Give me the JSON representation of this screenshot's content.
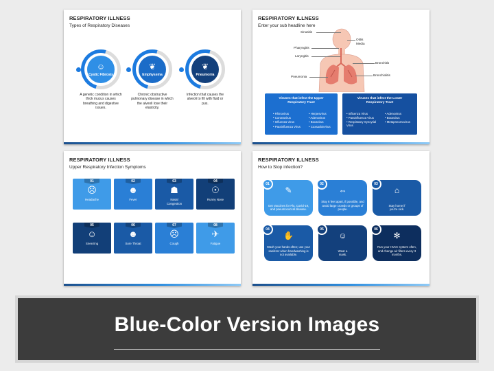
{
  "slide1": {
    "title": "RESPIRATORY ILLNESS",
    "subtitle": "Types of Respiratory Diseases",
    "items": [
      {
        "label": "Cystic Fibrosis",
        "icon": "person-icon",
        "glyph": "☺",
        "desc": "A genetic condition in which thick mucus causes breathing and digestive issues.",
        "color": "#2f8fe6"
      },
      {
        "label": "Emphysema",
        "icon": "lungs-icon",
        "glyph": "❦",
        "desc": "Chronic obstructive pulmonary disease in which the alveoli lose their elasticity.",
        "color": "#1b6cc8"
      },
      {
        "label": "Pneumonia",
        "icon": "lungs-icon",
        "glyph": "❦",
        "desc": "Infection that causes the alveoli to fill with fluid or pus.",
        "color": "#13407c"
      }
    ]
  },
  "slide2": {
    "title": "RESPIRATORY ILLNESS",
    "subtitle": "Enter your sub headline here",
    "labels": {
      "sinusitis": "Sinusitis",
      "otitis": "Otitis Media",
      "pharyngitis": "Pharyngitis",
      "laryngitis": "Laryngitis",
      "bronchitis": "Bronchitis",
      "bronchiolitis": "Bronchiolitis",
      "pneumonia": "Pneumonia"
    },
    "upper": {
      "title": "Viruses that infect the Upper Respiratory Tract",
      "col1": [
        "Rhinovirus",
        "Coronavirus",
        "Influenza Virus",
        "Parainfluenza Virus"
      ],
      "col2": [
        "Herpesvirus",
        "Adenovirus",
        "Bocavirus",
        "Coxsackievirus"
      ]
    },
    "lower": {
      "title": "Viruses that infect the Lower Respiratory Tract",
      "col1": [
        "Influenza Virus",
        "Parainfluenza Virus",
        "Respiratory Syncytial Virus"
      ],
      "col2": [
        "Adenovirus",
        "Bocavirus",
        "Metapneumovirus"
      ]
    }
  },
  "slide3": {
    "title": "RESPIRATORY ILLNESS",
    "subtitle": "Upper Respiratory Infection Symptoms",
    "tiles": [
      {
        "num": "01",
        "label": "Headache",
        "icon": "headache-icon",
        "glyph": "☹",
        "color": "#3f9be8"
      },
      {
        "num": "02",
        "label": "Fever",
        "icon": "fever-icon",
        "glyph": "☻",
        "color": "#2a7fd6"
      },
      {
        "num": "03",
        "label": "Nasal Congestion",
        "icon": "nose-icon",
        "glyph": "☗",
        "color": "#1a5aa6"
      },
      {
        "num": "04",
        "label": "Runny Nose",
        "icon": "runny-nose-icon",
        "glyph": "☉",
        "color": "#123f78"
      },
      {
        "num": "05",
        "label": "Sneezing",
        "icon": "sneeze-icon",
        "glyph": "☺",
        "color": "#123f78"
      },
      {
        "num": "06",
        "label": "Sore Throat",
        "icon": "throat-icon",
        "glyph": "☻",
        "color": "#1a5aa6"
      },
      {
        "num": "07",
        "label": "Cough",
        "icon": "cough-icon",
        "glyph": "☹",
        "color": "#2a7fd6"
      },
      {
        "num": "08",
        "label": "Fatigue",
        "icon": "fatigue-icon",
        "glyph": "✈",
        "color": "#3f9be8"
      }
    ]
  },
  "slide4": {
    "title": "RESPIRATORY ILLNESS",
    "subtitle": "How to Stop infection?",
    "cards": [
      {
        "num": "01",
        "text": "Get Vaccines for Flu, Covid-19, and pneumococcal disease.",
        "icon": "syringe-icon",
        "glyph": "✎",
        "color": "#3f9be8"
      },
      {
        "num": "02",
        "text": "Stay 6 feet apart, if possible, and avoid large crowds or groups of people.",
        "icon": "distance-icon",
        "glyph": "⇔",
        "color": "#2a7fd6"
      },
      {
        "num": "03",
        "text": "Stay home if you're sick.",
        "icon": "home-icon",
        "glyph": "⌂",
        "color": "#1a5aa6"
      },
      {
        "num": "04",
        "text": "Wash your hands often; use your sanitizer when handwashing is not available.",
        "icon": "handwash-icon",
        "glyph": "✋",
        "color": "#1a5aa6"
      },
      {
        "num": "05",
        "text": "Wear a mask.",
        "icon": "mask-icon",
        "glyph": "☺",
        "color": "#13407c"
      },
      {
        "num": "06",
        "text": "Run your HVAC system often, and change air filters every 3 months.",
        "icon": "fan-icon",
        "glyph": "✻",
        "color": "#0d2e5e"
      }
    ]
  },
  "banner": {
    "title": "Blue-Color Version Images"
  }
}
